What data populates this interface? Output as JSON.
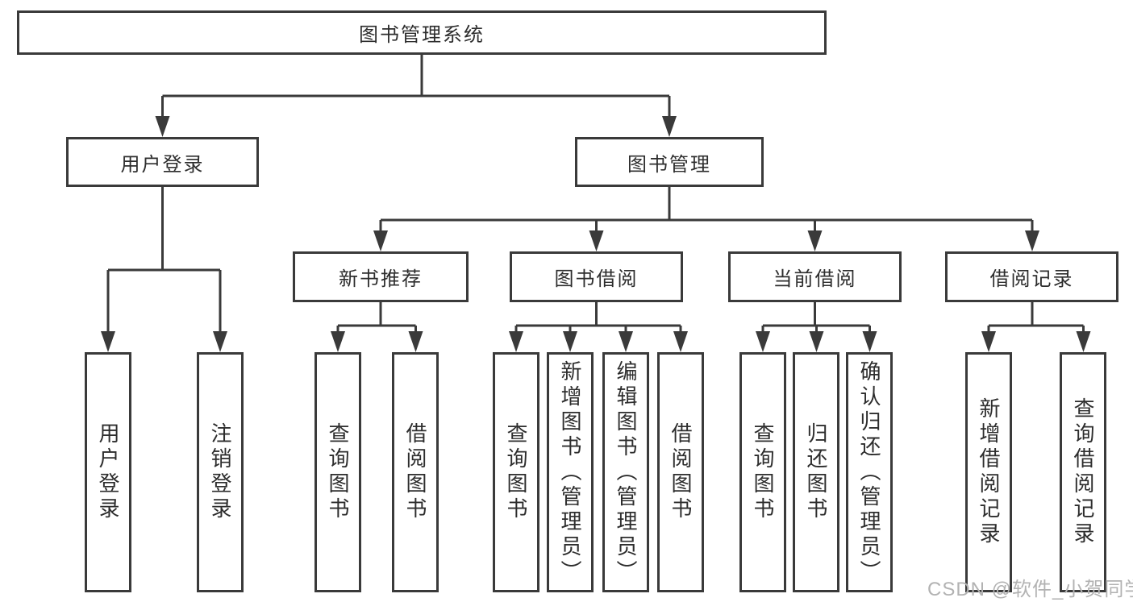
{
  "diagram_title": "图书管理系统",
  "colors": {
    "line": "#3a3a3a",
    "border": "#3a3a3a",
    "text": "#2d2d2d",
    "background": "#ffffff",
    "watermark": "#b2b2b2"
  },
  "nodes": {
    "root": "图书管理系统",
    "user_login": "用户登录",
    "book_mgmt": "图书管理",
    "new_book_rec": "新书推荐",
    "book_borrow": "图书借阅",
    "current_borrow": "当前借阅",
    "borrow_record": "借阅记录",
    "leaf_user_login": "用户登录",
    "leaf_logout": "注销登录",
    "leaf_query_books_1": "查询图书",
    "leaf_borrow_books_1": "借阅图书",
    "leaf_query_books_2": "查询图书",
    "leaf_add_books": "新增图书（管理员）",
    "leaf_edit_books": "编辑图书（管理员）",
    "leaf_borrow_books_2": "借阅图书",
    "leaf_query_books_3": "查询图书",
    "leaf_return_books": "归还图书",
    "leaf_confirm_return": "确认归还（管理员）",
    "leaf_add_borrow_record": "新增借阅记录",
    "leaf_query_borrow_record": "查询借阅记录"
  },
  "tree": {
    "label": "图书管理系统",
    "children": [
      {
        "label": "用户登录",
        "children": [
          {
            "label": "用户登录"
          },
          {
            "label": "注销登录"
          }
        ]
      },
      {
        "label": "图书管理",
        "children": [
          {
            "label": "新书推荐",
            "children": [
              {
                "label": "查询图书"
              },
              {
                "label": "借阅图书"
              }
            ]
          },
          {
            "label": "图书借阅",
            "children": [
              {
                "label": "查询图书"
              },
              {
                "label": "新增图书（管理员）"
              },
              {
                "label": "编辑图书（管理员）"
              },
              {
                "label": "借阅图书"
              }
            ]
          },
          {
            "label": "当前借阅",
            "children": [
              {
                "label": "查询图书"
              },
              {
                "label": "归还图书"
              },
              {
                "label": "确认归还（管理员）"
              }
            ]
          },
          {
            "label": "借阅记录",
            "children": [
              {
                "label": "新增借阅记录"
              },
              {
                "label": "查询借阅记录"
              }
            ]
          }
        ]
      }
    ]
  },
  "watermark": {
    "text": "CSDN @软件_小贺同学"
  }
}
